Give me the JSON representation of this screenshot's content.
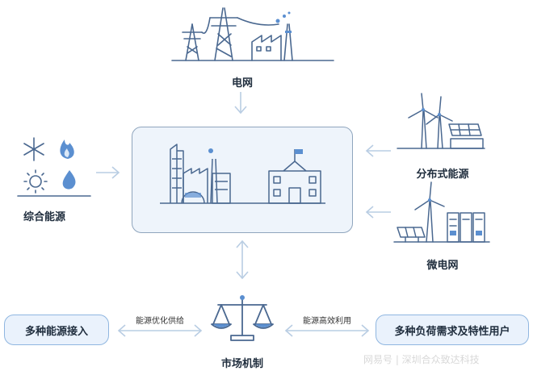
{
  "nodes": {
    "grid": "电网",
    "integrated_energy": "综合能源",
    "distributed_energy": "分布式能源",
    "microgrid": "微电网",
    "market_mechanism": "市场机制",
    "multi_energy_access": "多种能源接入",
    "multi_load_users": "多种负荷需求及特性用户"
  },
  "edges": {
    "supply_optimization": "能源优化供给",
    "efficient_utilization": "能源高效利用"
  },
  "watermark": "网易号 | 深圳合众致达科技",
  "colors": {
    "line": "#4a6890",
    "accent": "#5b8fd0",
    "arrow": "#b9cde3",
    "hub_bg": "#eef4fb",
    "pill_bg": "#eaf2fc"
  }
}
